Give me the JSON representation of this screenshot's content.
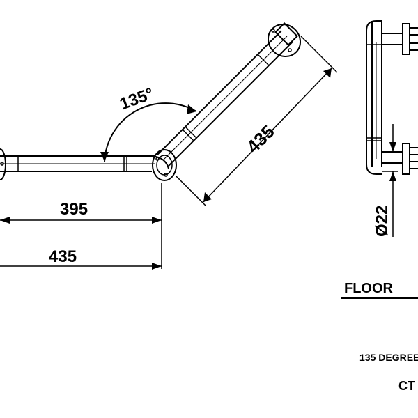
{
  "drawing": {
    "angle_label": "135°",
    "dim_diag": "435",
    "dim_horiz_inner": "395",
    "dim_horiz_outer": "435",
    "dim_diameter": "Ø22",
    "floor_label": "FLOOR",
    "caption_line1": "135 DEGREE",
    "caption_line2": "CT C"
  }
}
